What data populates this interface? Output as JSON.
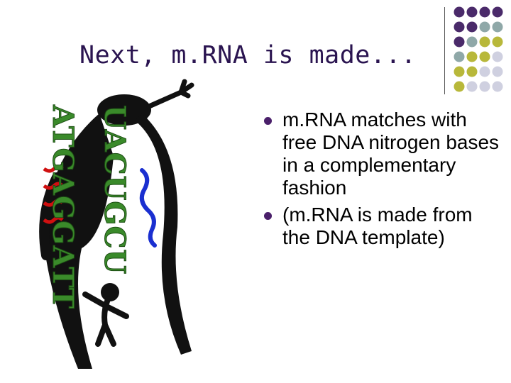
{
  "slide": {
    "title": "Next, m.RNA is made...",
    "bullets": [
      "m.RNA matches with free DNA nitrogen bases in a complementary fashion",
      "(m.RNA is made from the DNA template)"
    ]
  },
  "illustration": {
    "dna_sequence": "ATGAGGATT",
    "mrna_sequence": "UACUGCU"
  },
  "colors": {
    "title": "#2a1450",
    "bullet": "#4a1f6a",
    "dot_purple": "#4a2a6a",
    "dot_teal": "#8fa8a8",
    "dot_olive": "#b8b83a",
    "dot_lavender": "#cfd0e0",
    "letters": "#3a8a2a"
  }
}
